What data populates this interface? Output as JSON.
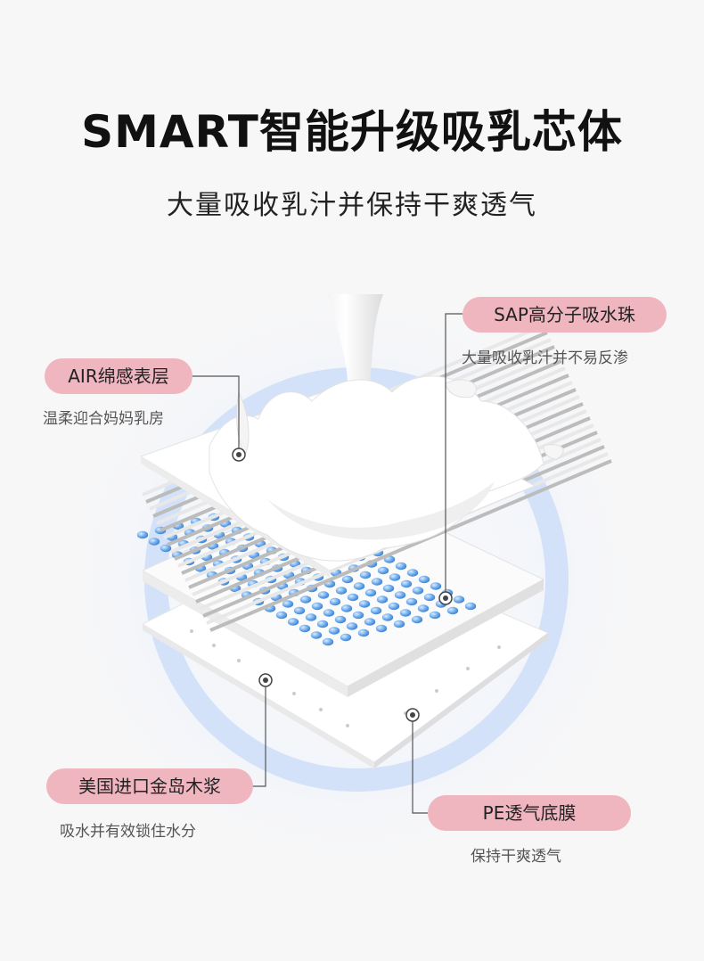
{
  "title": "SMART智能升级吸乳芯体",
  "subtitle": "大量吸收乳汁并保持干爽透气",
  "callouts": {
    "sap": {
      "label": "SAP高分子吸水珠",
      "desc": "大量吸收乳汁并不易反渗"
    },
    "air": {
      "label": "AIR绵感表层",
      "desc": "温柔迎合妈妈乳房"
    },
    "pulp": {
      "label": "美国进口金岛木浆",
      "desc": "吸水并有效锁住水分"
    },
    "pe": {
      "label": "PE透气底膜",
      "desc": "保持干爽透气"
    }
  },
  "colors": {
    "pill": "#f0b6c0",
    "circle": "#cfe0f7",
    "bead": "#5b9be0",
    "background": "#f7f7f8"
  }
}
